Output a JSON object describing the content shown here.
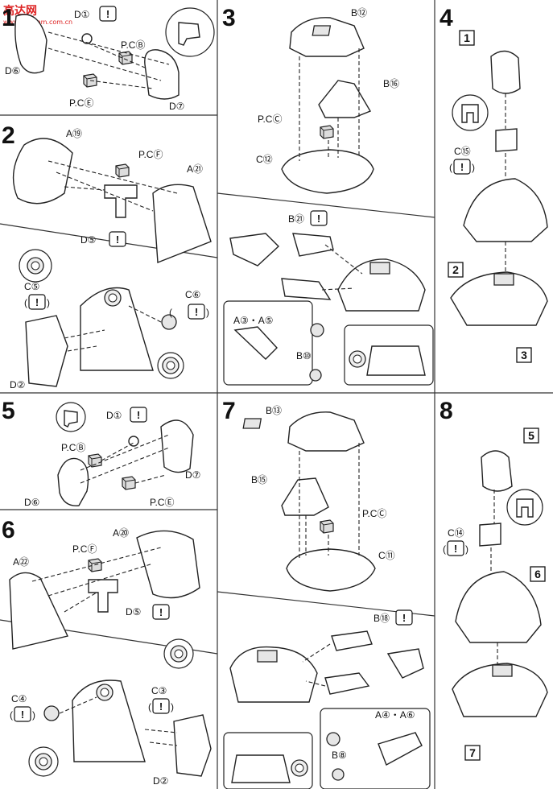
{
  "watermark": {
    "logo": "高达网",
    "url": "www.gundam.com.cn"
  },
  "steps": [
    {
      "number": "1",
      "labels": {
        "d1": "D①",
        "pcb": "P.CⒷ",
        "d6": "D⑥",
        "pce": "P.CⒺ",
        "d7": "D⑦"
      }
    },
    {
      "number": "2",
      "labels": {
        "a19": "A⑲",
        "pcf": "P.CⒻ",
        "a21": "A㉑",
        "d5": "D⑤",
        "c5": "C⑤",
        "c6": "C⑥",
        "d2": "D②"
      }
    },
    {
      "number": "3",
      "labels": {
        "b12": "B⑫",
        "b16": "B⑯",
        "pcc": "P.CⒸ",
        "c12": "C⑫",
        "b21": "B㉑",
        "a3a5": "A③・A⑤",
        "b10": "B⑩"
      }
    },
    {
      "number": "4",
      "labels": {
        "c15": "C⑮"
      },
      "boxes": [
        "1",
        "2",
        "3"
      ]
    },
    {
      "number": "5",
      "labels": {
        "d1": "D①",
        "pcb": "P.CⒷ",
        "d6": "D⑥",
        "d7": "D⑦",
        "pce": "P.CⒺ"
      }
    },
    {
      "number": "6",
      "labels": {
        "a20": "A⑳",
        "pcf": "P.CⒻ",
        "a22": "A㉒",
        "d5": "D⑤",
        "c4": "C④",
        "c3": "C③",
        "d2": "D②"
      }
    },
    {
      "number": "7",
      "labels": {
        "b13": "B⑬",
        "b15": "B⑮",
        "pcc": "P.CⒸ",
        "c11": "C⑪",
        "b18": "B⑱",
        "a4a6": "A④・A⑥",
        "b8": "B⑧"
      }
    },
    {
      "number": "8",
      "labels": {
        "c14": "C⑭"
      },
      "boxes": [
        "5",
        "6",
        "7"
      ]
    }
  ],
  "caution_mark": "!",
  "caution_paren_open": "(",
  "caution_paren_close": ")"
}
